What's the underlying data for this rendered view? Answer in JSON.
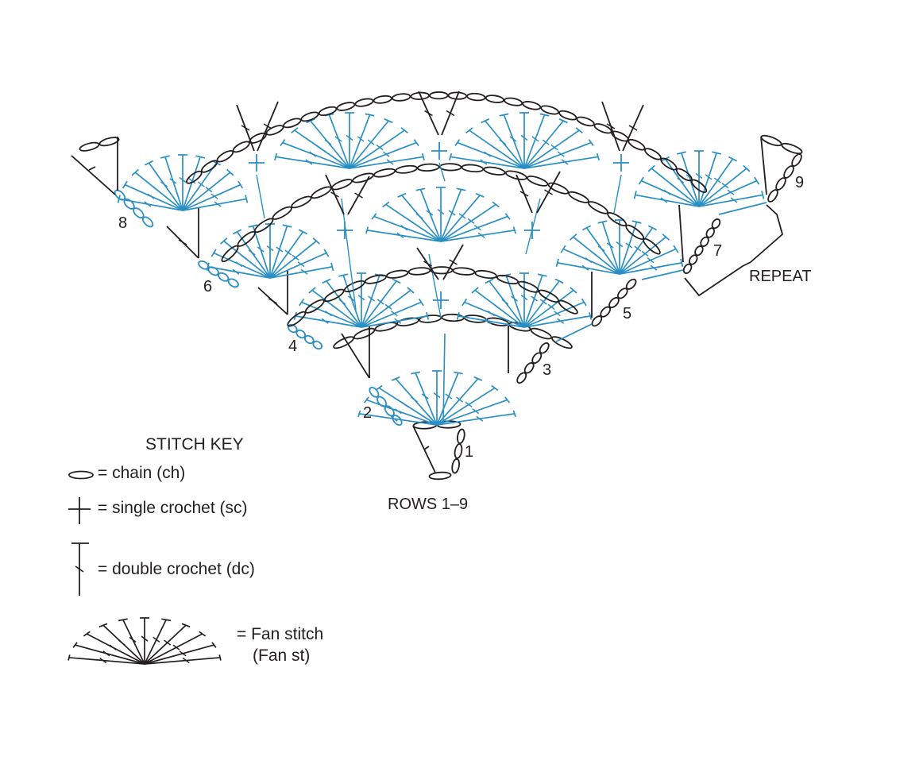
{
  "colors": {
    "ink": "#231f20",
    "accent": "#2a8fc4",
    "background": "#ffffff"
  },
  "diagram": {
    "row_labels": [
      "1",
      "2",
      "3",
      "4",
      "5",
      "6",
      "7",
      "8",
      "9"
    ],
    "repeat_label": "REPEAT",
    "caption": "ROWS 1–9"
  },
  "stitch_key": {
    "title": "STITCH KEY",
    "items": [
      {
        "icon": "chain-icon",
        "label": "= chain (ch)"
      },
      {
        "icon": "single-crochet-icon",
        "label": "= single crochet (sc)"
      },
      {
        "icon": "double-crochet-icon",
        "label": "= double crochet (dc)"
      },
      {
        "icon": "fan-stitch-icon",
        "label": "= Fan stitch",
        "sublabel": "(Fan st)"
      }
    ]
  }
}
